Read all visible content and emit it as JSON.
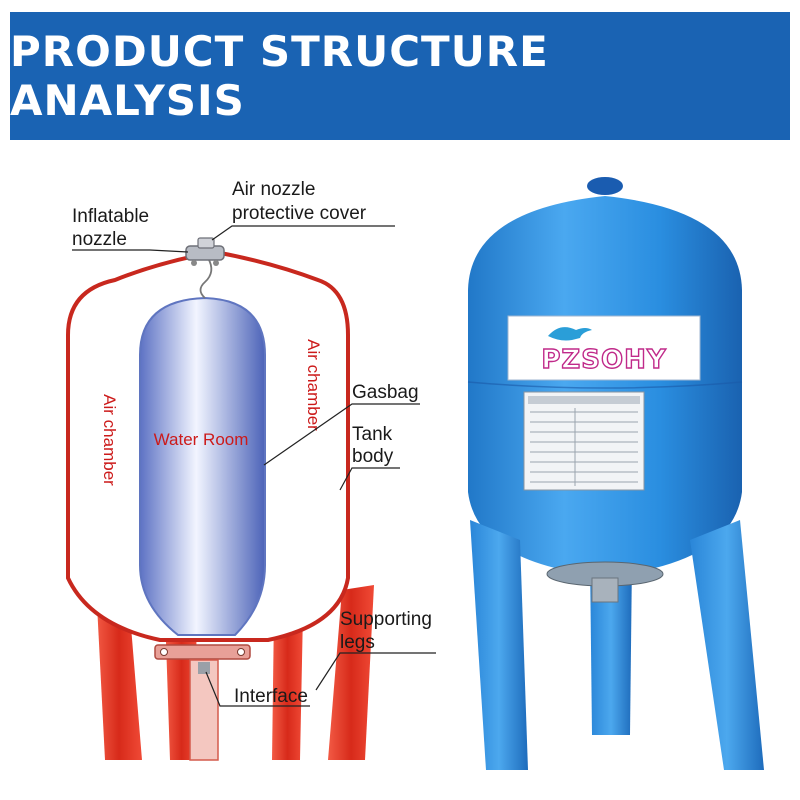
{
  "header": {
    "title": "PRODUCT STRUCTURE ANALYSIS"
  },
  "colors": {
    "banner": "#1a63b3",
    "tank_outline": "#c8281e",
    "legs": "#e8392b",
    "gasbag": "#7a90d0",
    "product_blue": "#2a8ee0"
  },
  "diagram": {
    "labels": {
      "inflatable_nozzle": [
        "Inflatable",
        "nozzle"
      ],
      "air_nozzle_cover": [
        "Air nozzle",
        "protective cover"
      ],
      "gasbag": "Gasbag",
      "tank_body": [
        "Tank",
        "body"
      ],
      "supporting_legs": [
        "Supporting",
        "legs"
      ],
      "interface": "Interface"
    },
    "regions": {
      "air_chamber_left": "Air chamber",
      "air_chamber_right": "Air chamber",
      "water_room": "Water Room"
    }
  },
  "product": {
    "brand": "PZSOHY",
    "icon": "kangaroo-icon"
  }
}
